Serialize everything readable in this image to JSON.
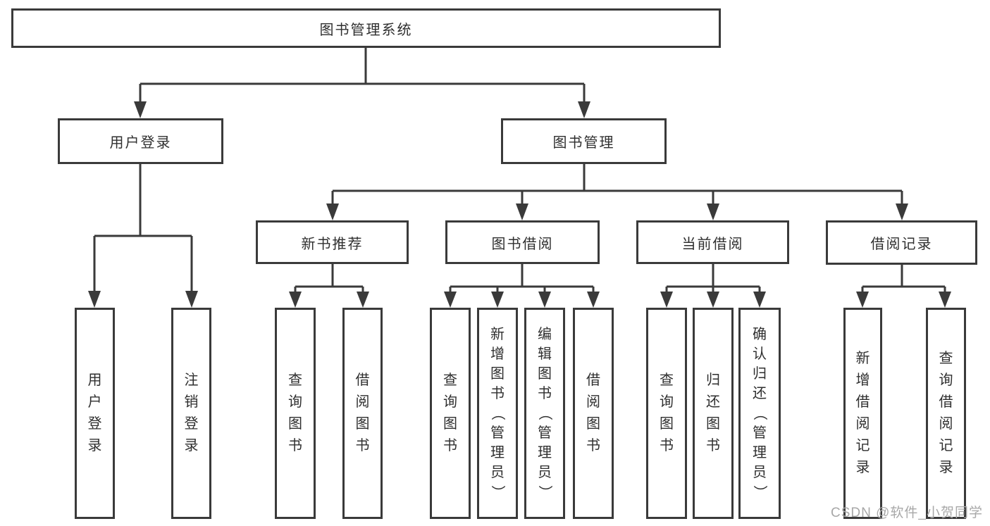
{
  "diagram_type": "function-structure-tree",
  "tree": {
    "label": "图书管理系统",
    "children": [
      {
        "label": "用户登录",
        "children": [
          {
            "label": "用户登录"
          },
          {
            "label": "注销登录"
          }
        ]
      },
      {
        "label": "图书管理",
        "children": [
          {
            "label": "新书推荐",
            "children": [
              {
                "label": "查询图书"
              },
              {
                "label": "借阅图书"
              }
            ]
          },
          {
            "label": "图书借阅",
            "children": [
              {
                "label": "查询图书"
              },
              {
                "label": "新增图书（管理员）"
              },
              {
                "label": "编辑图书（管理员）"
              },
              {
                "label": "借阅图书"
              }
            ]
          },
          {
            "label": "当前借阅",
            "children": [
              {
                "label": "查询图书"
              },
              {
                "label": "归还图书"
              },
              {
                "label": "确认归还（管理员）"
              }
            ]
          },
          {
            "label": "借阅记录",
            "children": [
              {
                "label": "新增借阅记录"
              },
              {
                "label": "查询借阅记录"
              }
            ]
          }
        ]
      }
    ]
  },
  "watermark": "CSDN @软件_小贺同学",
  "colors": {
    "line": "#3a3a3a",
    "box_border": "#3a3a3a",
    "box_fill": "#ffffff",
    "text": "#2f2f2f",
    "watermark": "#a8a8a8",
    "background": "#ffffff"
  }
}
